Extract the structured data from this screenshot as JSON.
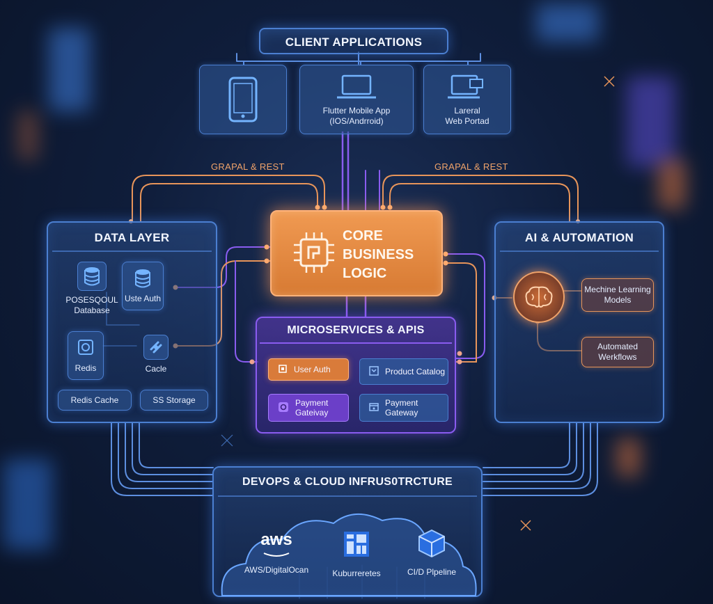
{
  "client": {
    "title": "CLIENT APPLICATIONS",
    "mobile_label": "Flutter Mobile App\n(IOS/Andrroid)",
    "web_label": "Lareral\nWeb Portad"
  },
  "connectors": {
    "left": "GRAPAL & REST",
    "right": "GRAPAL & REST"
  },
  "core": {
    "title": "CORE\nBUSINESS\nLOGIC"
  },
  "data_layer": {
    "title": "DATA LAYER",
    "db_label": "POSESQOUL\nDatabase",
    "auth_label": "Uste Auth",
    "redis_label": "Redis",
    "cache_label": "Cacle",
    "redis_cache": "Redis Cache",
    "storage": "SS Storage"
  },
  "ai": {
    "title": "AI & AUTOMATION",
    "ml_label": "Mechine Learning\nModels",
    "workflows_label": "Automated\nWerkflows"
  },
  "microservices": {
    "title": "MICROSERVICES & APIS",
    "user_auth": "User Auth",
    "product_catalog": "Product Catalog",
    "payment_left": "Payment\nGateivay",
    "payment_right": "Payment\nGateway"
  },
  "devops": {
    "title": "DEVOPS & CLOUD INFRUS0TRCTURE",
    "aws_logo": "aws",
    "aws_label": "AWS/DigitalOcan",
    "k8s_label": "Kuburreretes",
    "cicd_label": "CI/D Plpeline"
  },
  "colors": {
    "accent_blue": "#4b7fd1",
    "core_orange": "#e8893f",
    "micro_purple": "#7a3fd6",
    "wire_orange": "#e8955a"
  }
}
